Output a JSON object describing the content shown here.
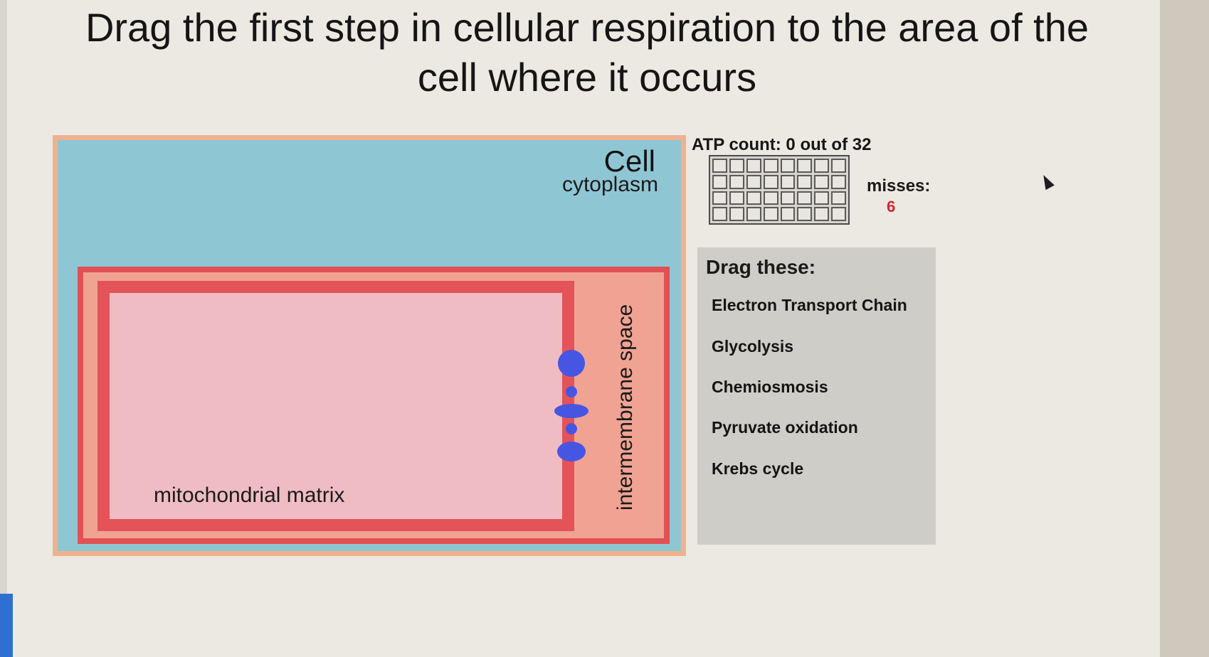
{
  "prompt": {
    "line1": "Drag the first step in cellular respiration to the area of the",
    "line2": "cell where it occurs"
  },
  "diagram": {
    "cell_label": "Cell",
    "cytoplasm_label": "cytoplasm",
    "intermembrane_label": "intermembrane space",
    "matrix_label": "mitochondrial matrix",
    "colors": {
      "cytoplasm": "#8fc6d4",
      "cell_border": "#efb28f",
      "membrane": "#e35358",
      "intermembrane": "#f0a393",
      "matrix": "#efbcc3",
      "protein": "#4656e2"
    }
  },
  "atp": {
    "label": "ATP count: 0 out of 32",
    "count": 0,
    "total": 32
  },
  "misses": {
    "label": "misses:",
    "value": "6"
  },
  "drag_panel": {
    "title": "Drag these:",
    "items": [
      "Electron Transport Chain",
      "Glycolysis",
      "Chemiosmosis",
      "Pyruvate oxidation",
      "Krebs cycle"
    ]
  }
}
